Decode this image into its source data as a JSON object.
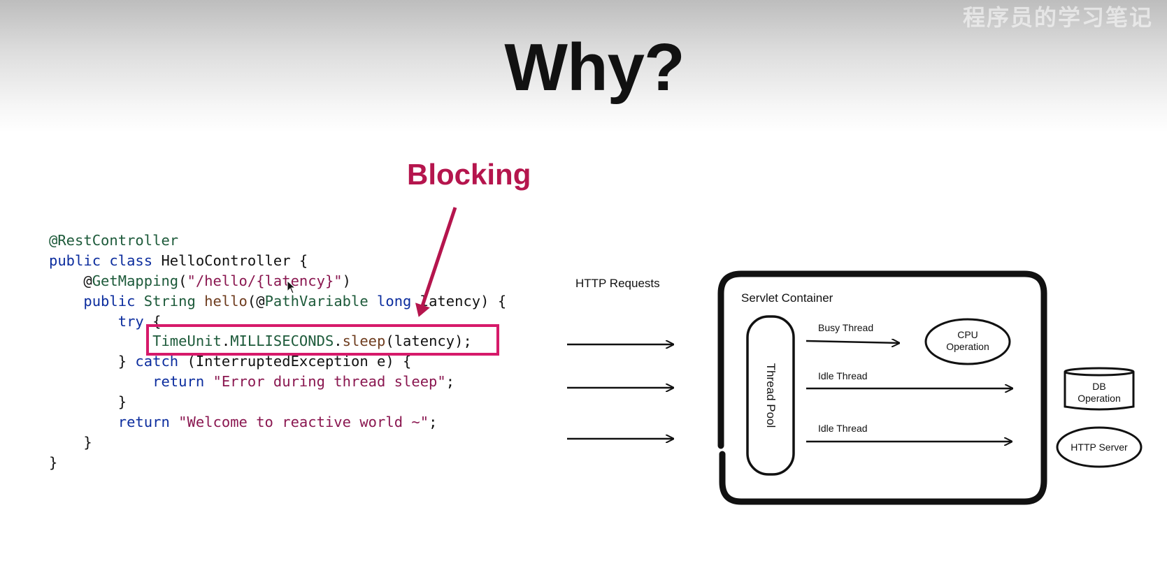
{
  "slide": {
    "title": "Why?",
    "blocking_label": "Blocking",
    "watermark": "程序员的学习笔记"
  },
  "code": {
    "lines": [
      [
        {
          "c": "ann",
          "t": "@RestController"
        }
      ],
      [
        {
          "c": "kw",
          "t": "public class "
        },
        {
          "c": "va",
          "t": "HelloController {"
        }
      ],
      [
        {
          "c": "va",
          "t": "    @"
        },
        {
          "c": "ann",
          "t": "GetMapping"
        },
        {
          "c": "va",
          "t": "("
        },
        {
          "c": "str",
          "t": "\"/hello/{latency}\""
        },
        {
          "c": "va",
          "t": ")"
        }
      ],
      [
        {
          "c": "kw",
          "t": "    public "
        },
        {
          "c": "ty",
          "t": "String "
        },
        {
          "c": "me",
          "t": "hello"
        },
        {
          "c": "va",
          "t": "(@"
        },
        {
          "c": "ann",
          "t": "PathVariable "
        },
        {
          "c": "kw",
          "t": "long "
        },
        {
          "c": "va",
          "t": "latency) {"
        }
      ],
      [
        {
          "c": "kw",
          "t": "        try "
        },
        {
          "c": "va",
          "t": "{"
        }
      ],
      [
        {
          "c": "ty",
          "t": "            TimeUnit"
        },
        {
          "c": "va",
          "t": "."
        },
        {
          "c": "ann",
          "t": "MILLISECONDS"
        },
        {
          "c": "va",
          "t": "."
        },
        {
          "c": "me",
          "t": "sleep"
        },
        {
          "c": "va",
          "t": "(latency);"
        }
      ],
      [
        {
          "c": "va",
          "t": "        } "
        },
        {
          "c": "kw",
          "t": "catch "
        },
        {
          "c": "va",
          "t": "(InterruptedException e) {"
        }
      ],
      [
        {
          "c": "kw",
          "t": "            return "
        },
        {
          "c": "str",
          "t": "\"Error during thread sleep\""
        },
        {
          "c": "va",
          "t": ";"
        }
      ],
      [
        {
          "c": "va",
          "t": "        }"
        }
      ],
      [
        {
          "c": "kw",
          "t": "        return "
        },
        {
          "c": "str",
          "t": "\"Welcome to reactive world ~\""
        },
        {
          "c": "va",
          "t": ";"
        }
      ],
      [
        {
          "c": "va",
          "t": "    }"
        }
      ],
      [
        {
          "c": "va",
          "t": "}"
        }
      ]
    ]
  },
  "diagram": {
    "http_requests_label": "HTTP Requests",
    "servlet_container_label": "Servlet Container",
    "thread_pool_label": "Thread Pool",
    "busy_thread_label": "Busy Thread",
    "idle_thread_label_1": "Idle Thread",
    "idle_thread_label_2": "Idle Thread",
    "cpu_operation_label": "CPU\nOperation",
    "db_operation_label": "DB\nOperation",
    "http_server_label": "HTTP Server"
  },
  "colors": {
    "accent": "#b5154d",
    "highlight_border": "#d61a6a"
  }
}
